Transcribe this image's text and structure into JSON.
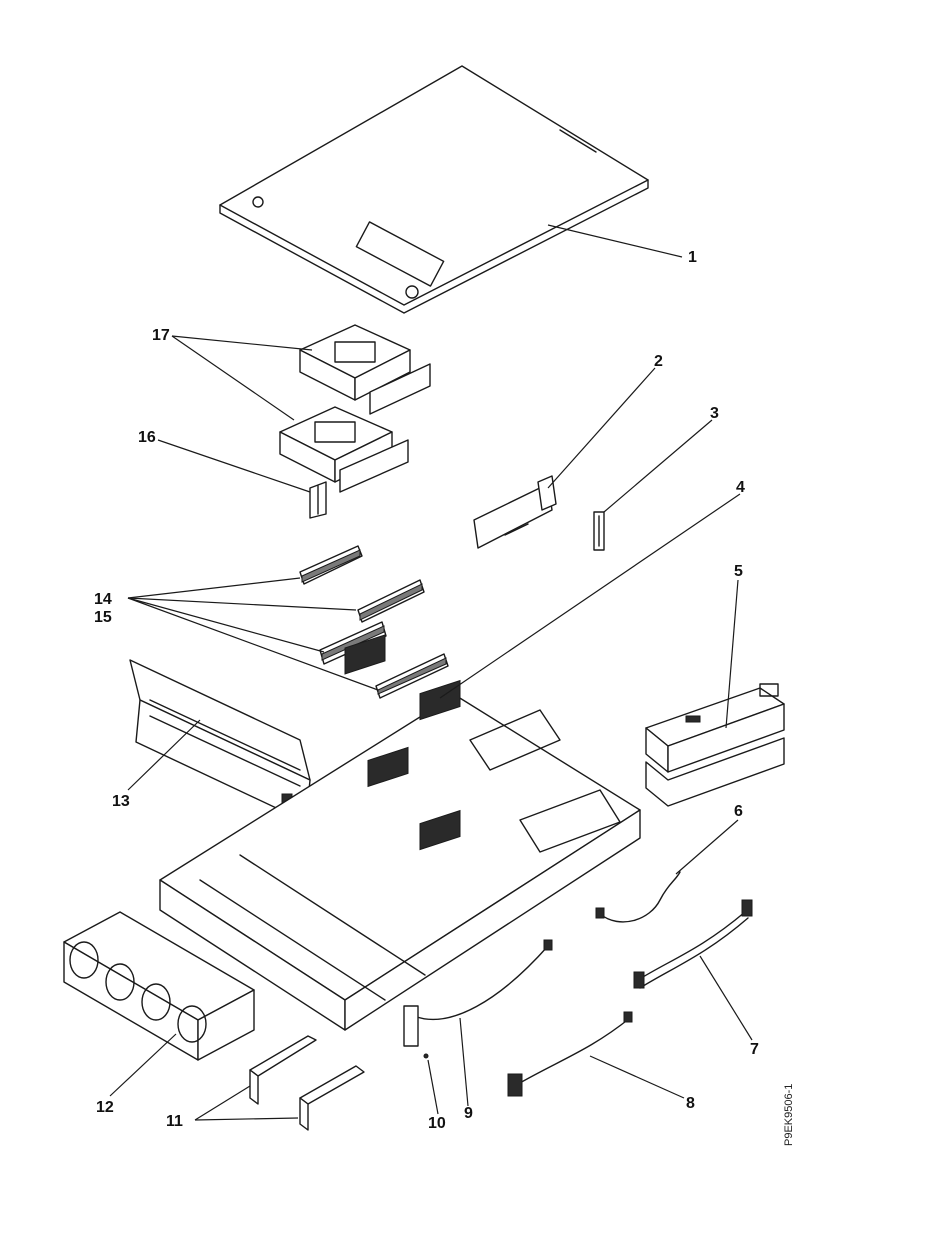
{
  "figure_id": "P9EK9506-1",
  "callouts": [
    {
      "id": "1",
      "label": "1"
    },
    {
      "id": "2",
      "label": "2"
    },
    {
      "id": "3",
      "label": "3"
    },
    {
      "id": "4",
      "label": "4"
    },
    {
      "id": "5",
      "label": "5"
    },
    {
      "id": "6",
      "label": "6"
    },
    {
      "id": "7",
      "label": "7"
    },
    {
      "id": "8",
      "label": "8"
    },
    {
      "id": "9",
      "label": "9"
    },
    {
      "id": "10",
      "label": "10"
    },
    {
      "id": "11",
      "label": "11"
    },
    {
      "id": "12",
      "label": "12"
    },
    {
      "id": "13",
      "label": "13"
    },
    {
      "id": "14",
      "label": "14"
    },
    {
      "id": "15",
      "label": "15"
    },
    {
      "id": "16",
      "label": "16"
    },
    {
      "id": "17",
      "label": "17"
    }
  ]
}
